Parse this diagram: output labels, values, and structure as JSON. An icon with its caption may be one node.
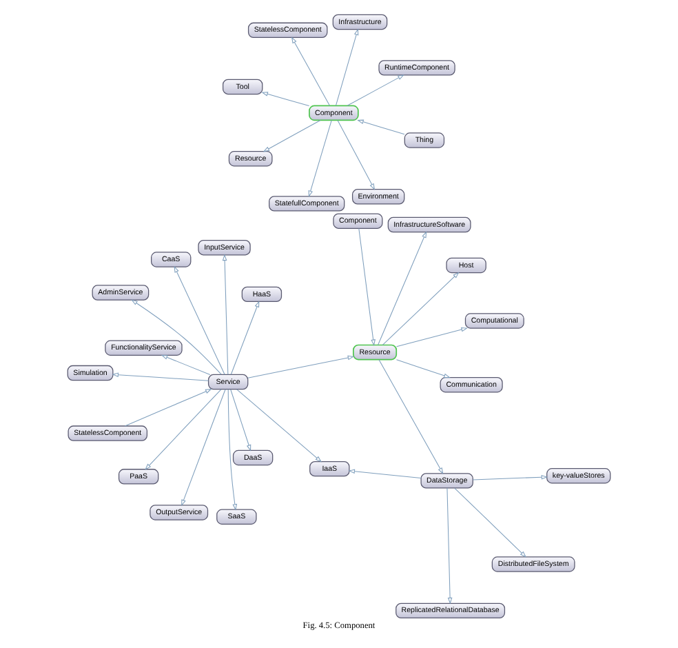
{
  "diagram": {
    "caption": "Fig. 4.5: Component",
    "nodes": [
      {
        "text": [
          "Tool"
        ]
      },
      {
        "text": [
          "RuntimeComponent"
        ]
      },
      {
        "text": [
          "Environment"
        ]
      },
      {
        "text": [
          "Infrastructure"
        ]
      },
      {
        "text": [
          "Component"
        ]
      },
      {
        "text": [
          "StatelessComponent"
        ]
      },
      {
        "text": [
          "Resource"
        ]
      },
      {
        "text": [
          "Thing"
        ]
      },
      {
        "text": [
          "StatefullComponent"
        ]
      },
      {
        "text": [
          "StatelessComponent"
        ]
      },
      {
        "text": [
          "DistributedFileSystem"
        ]
      },
      {
        "text": [
          "ReplicatedRelationalDatabase"
        ]
      },
      {
        "text": [
          "InputService"
        ]
      },
      {
        "text": [
          "key-valueStores"
        ]
      },
      {
        "text": [
          "AdminService"
        ]
      },
      {
        "text": [
          "DataStorage"
        ]
      },
      {
        "text": [
          "Computational"
        ]
      },
      {
        "text": [
          "OutputService"
        ]
      },
      {
        "text": [
          "Communication"
        ]
      },
      {
        "text": [
          "IaaS"
        ]
      },
      {
        "text": [
          "Simulation"
        ]
      },
      {
        "text": [
          "Service"
        ]
      },
      {
        "text": [
          "Resource"
        ]
      },
      {
        "text": [
          "Host"
        ]
      },
      {
        "text": [
          "DaaS"
        ]
      },
      {
        "text": [
          "SaaS"
        ]
      },
      {
        "text": [
          "InfrastructureSoftware"
        ]
      },
      {
        "text": [
          "Component"
        ]
      },
      {
        "text": [
          "CaaS"
        ]
      },
      {
        "text": [
          "FunctionalityService"
        ]
      },
      {
        "text": [
          "PaaS"
        ]
      },
      {
        "text": [
          "HaaS"
        ]
      }
    ],
    "edges": [
      {
        "from": 4,
        "to": 0,
        "arrow": "to"
      },
      {
        "from": 4,
        "to": 1,
        "arrow": "to"
      },
      {
        "from": 4,
        "to": 2,
        "arrow": "to"
      },
      {
        "from": 4,
        "to": 3,
        "arrow": "to"
      },
      {
        "from": 4,
        "to": 6,
        "arrow": "to"
      },
      {
        "from": 4,
        "to": 5,
        "arrow": "to"
      },
      {
        "from": 4,
        "to": 8,
        "arrow": "to"
      },
      {
        "from": 7,
        "to": 4,
        "arrow": "to"
      },
      {
        "from": 9,
        "to": 21,
        "arrow": "to"
      },
      {
        "from": 21,
        "to": 12,
        "arrow": "to"
      },
      {
        "from": 21,
        "to": 17,
        "arrow": "to"
      },
      {
        "from": 21,
        "to": 20,
        "arrow": "to"
      },
      {
        "from": 21,
        "to": 25,
        "arrow": "to"
      },
      {
        "from": 21,
        "to": 30,
        "arrow": "to"
      },
      {
        "from": 21,
        "to": 28,
        "arrow": "to"
      },
      {
        "from": 21,
        "to": 29,
        "arrow": "to"
      },
      {
        "from": 21,
        "to": 31,
        "arrow": "to"
      },
      {
        "from": 21,
        "to": 24,
        "arrow": "to"
      },
      {
        "from": 21,
        "to": 19,
        "arrow": "to"
      },
      {
        "from": 21,
        "to": 14,
        "arrow": "to"
      },
      {
        "from": 21,
        "to": 22,
        "arrow": "to"
      },
      {
        "from": 15,
        "to": 13,
        "arrow": "to"
      },
      {
        "from": 15,
        "to": 11,
        "arrow": "to"
      },
      {
        "from": 15,
        "to": 10,
        "arrow": "to"
      },
      {
        "from": 15,
        "to": 19,
        "arrow": "to"
      },
      {
        "from": 22,
        "to": 15,
        "arrow": "to"
      },
      {
        "from": 22,
        "to": 16,
        "arrow": "to"
      },
      {
        "from": 22,
        "to": 18,
        "arrow": "to"
      },
      {
        "from": 22,
        "to": 23,
        "arrow": "to"
      },
      {
        "from": 27,
        "to": 22,
        "arrow": "to"
      },
      {
        "from": 22,
        "to": 26,
        "arrow": "to"
      }
    ]
  }
}
